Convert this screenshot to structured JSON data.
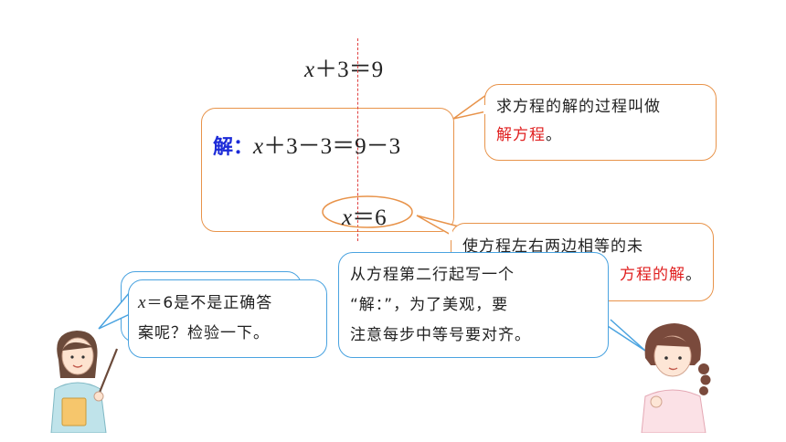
{
  "equation": {
    "line1": {
      "var": "x",
      "rest": "＋3＝9"
    },
    "line2": {
      "label": "解：",
      "var": "x",
      "rest": "＋3－3＝9－3"
    },
    "line3": {
      "var": "x",
      "rest": "＝6"
    }
  },
  "callout_process": {
    "text1": "求方程的解的过程叫做",
    "text2_red": "解方程",
    "text2_end": "。"
  },
  "callout_solution": {
    "text1": "使方程左右两边相等的未",
    "text2_red": "方程的解",
    "text2_end": "。"
  },
  "teacher_bubble": {
    "var": "x",
    "line1_rest": "＝6是不是正确答",
    "line2": "案呢？检验一下。"
  },
  "girl_bubble": {
    "line1": "从方程第二行起写一个",
    "line2": "“解：”，为了美观，要",
    "line3": "注意每步中等号要对齐。"
  },
  "colors": {
    "accent_red": "#e02020",
    "orange_border": "#e8934a",
    "blue_border": "#4aa3e0",
    "label_blue": "#1c2bd8"
  }
}
